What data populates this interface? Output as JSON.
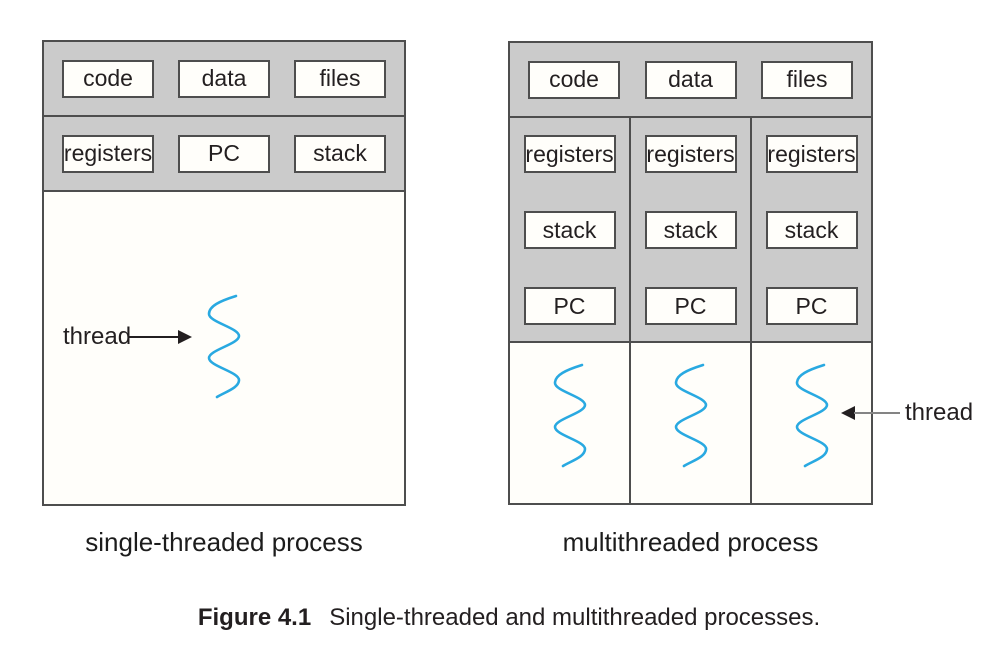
{
  "figure": {
    "caption_label": "Figure 4.1",
    "caption_text": "Single-threaded and multithreaded processes."
  },
  "colors": {
    "header_gray": "#cbcbcb",
    "thread_blue": "#29a9e1",
    "border_dark": "#4e4e4e",
    "ink": "#231f20"
  },
  "left_diagram": {
    "caption": "single-threaded process",
    "row1": [
      "code",
      "data",
      "files"
    ],
    "row2": [
      "registers",
      "PC",
      "stack"
    ],
    "thread_label": "thread"
  },
  "right_diagram": {
    "caption": "multithreaded process",
    "row1": [
      "code",
      "data",
      "files"
    ],
    "columns": [
      [
        "registers",
        "stack",
        "PC"
      ],
      [
        "registers",
        "stack",
        "PC"
      ],
      [
        "registers",
        "stack",
        "PC"
      ]
    ],
    "thread_label": "thread"
  }
}
